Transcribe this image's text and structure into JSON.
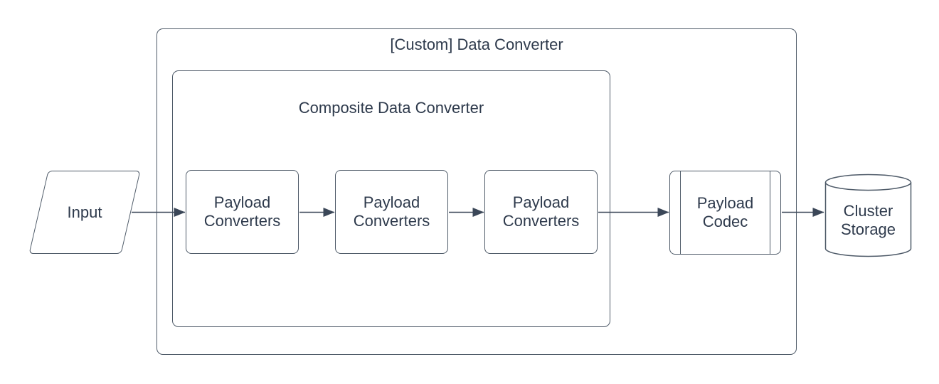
{
  "diagram": {
    "outer_container": {
      "label": "[Custom] Data Converter"
    },
    "inner_container": {
      "label": "Composite Data Converter"
    },
    "nodes": {
      "input": {
        "label": "Input",
        "shape": "parallelogram"
      },
      "converter_1": {
        "label": "Payload Converters",
        "shape": "rounded-rectangle"
      },
      "converter_2": {
        "label": "Payload Converters",
        "shape": "rounded-rectangle"
      },
      "converter_3": {
        "label": "Payload Converters",
        "shape": "rounded-rectangle"
      },
      "payload_codec": {
        "label": "Payload Codec",
        "shape": "predefined-process"
      },
      "cluster_storage": {
        "label": "Cluster Storage",
        "shape": "cylinder"
      }
    },
    "edges": [
      {
        "from": "input",
        "to": "converter_1"
      },
      {
        "from": "converter_1",
        "to": "converter_2"
      },
      {
        "from": "converter_2",
        "to": "converter_3"
      },
      {
        "from": "converter_3",
        "to": "payload_codec"
      },
      {
        "from": "payload_codec",
        "to": "cluster_storage"
      }
    ],
    "colors": {
      "background": "#ffffff",
      "shape_stroke": "#4e5a68",
      "edge_stroke": "#3b4758",
      "text": "#2e3a4c"
    }
  }
}
